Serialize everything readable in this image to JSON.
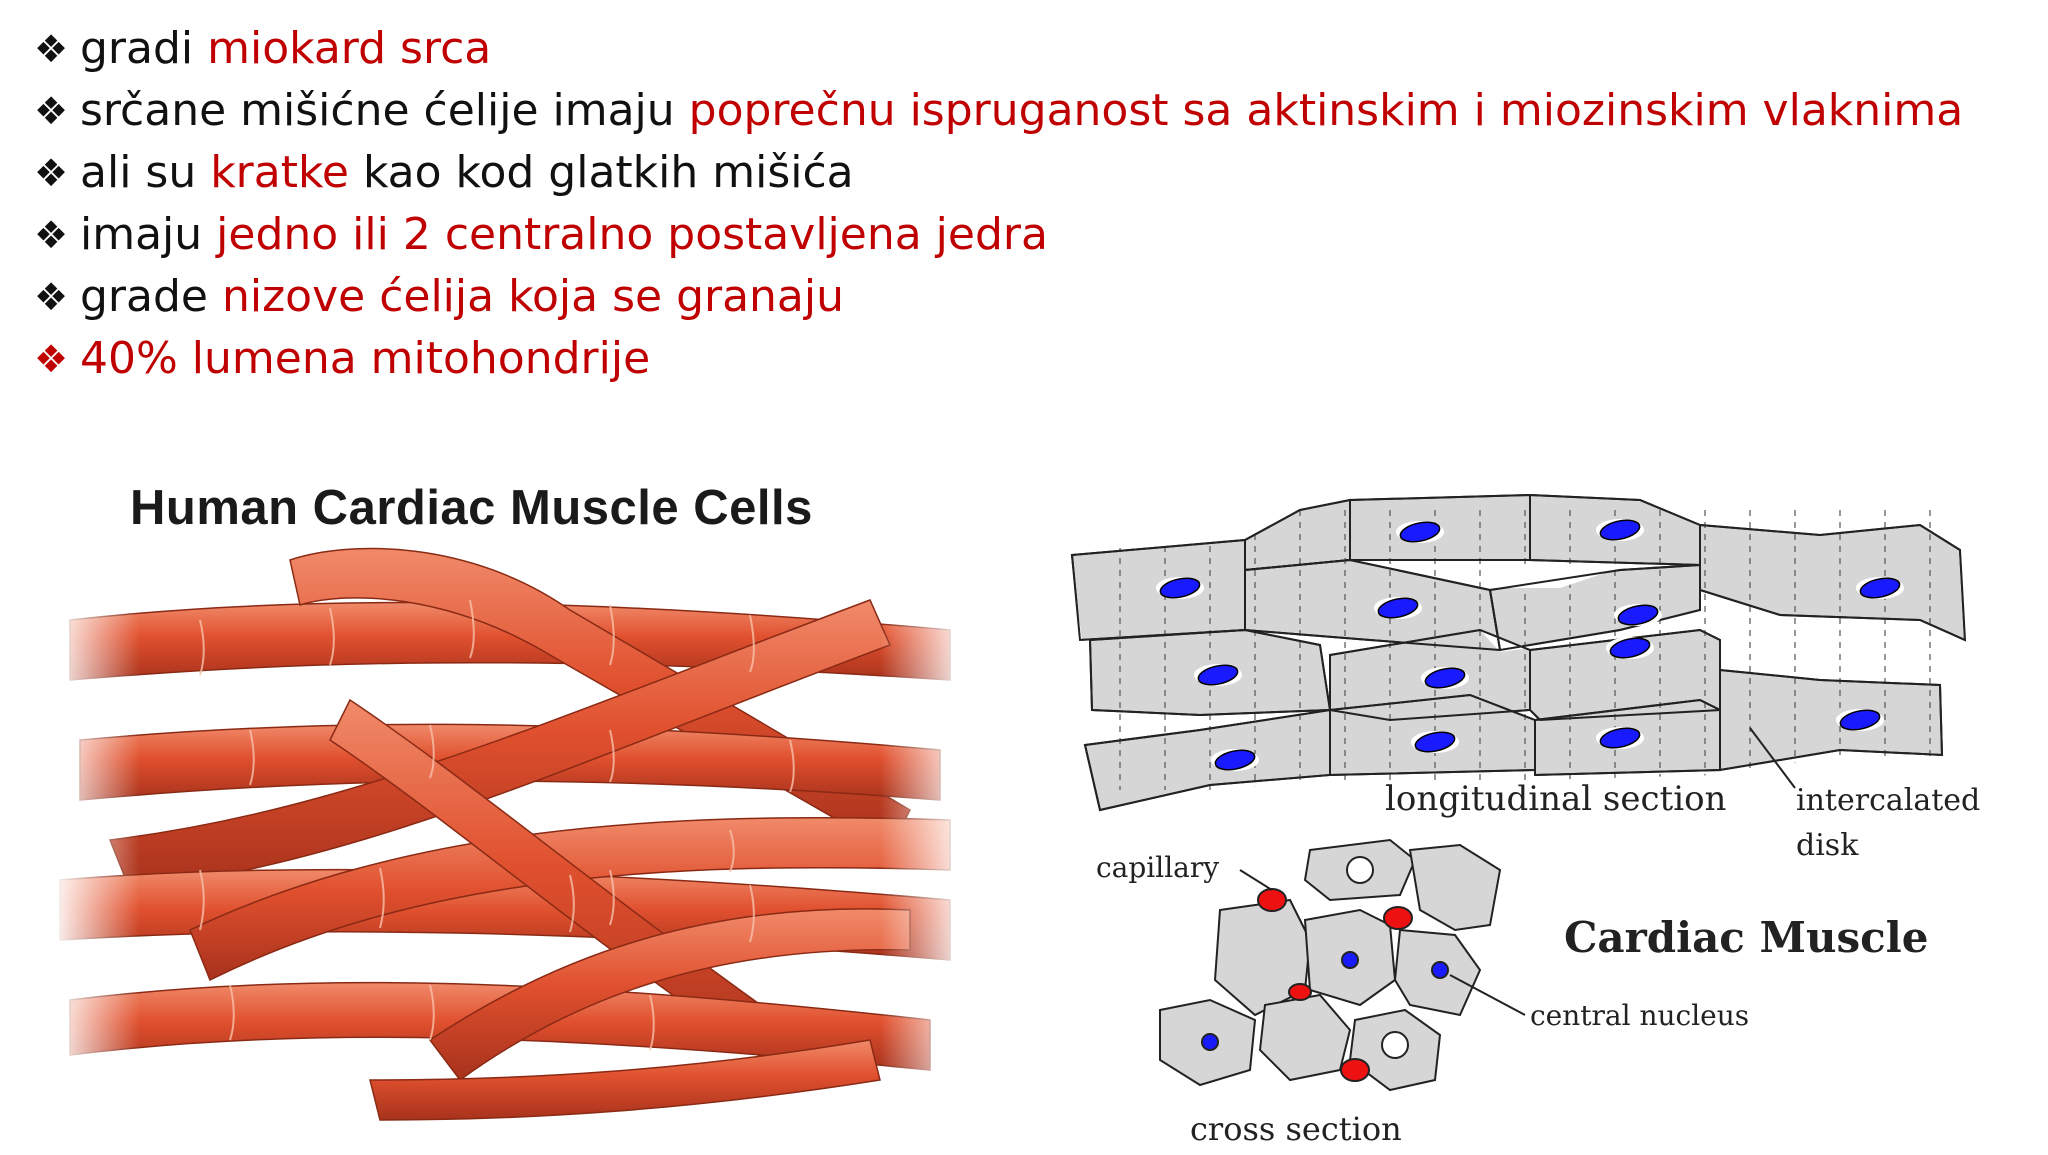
{
  "bullets": [
    {
      "segments": [
        {
          "text": "gradi ",
          "red": false
        },
        {
          "text": "miokard srca",
          "red": true
        }
      ]
    },
    {
      "segments": [
        {
          "text": "srčane mišićne ćelije imaju ",
          "red": false
        },
        {
          "text": "poprečnu ispruganost sa aktinskim i miozinskim vlaknima",
          "red": true
        }
      ]
    },
    {
      "segments": [
        {
          "text": "ali su ",
          "red": false
        },
        {
          "text": "kratke",
          "red": true
        },
        {
          "text": " kao kod glatkih  mišića",
          "red": false
        }
      ]
    },
    {
      "segments": [
        {
          "text": "imaju ",
          "red": false
        },
        {
          "text": "jedno ili 2 centralno postavljena jedra",
          "red": true
        }
      ]
    },
    {
      "segments": [
        {
          "text": "grade ",
          "red": false
        },
        {
          "text": "nizove ćelija koja se granaju",
          "red": true
        }
      ]
    },
    {
      "segments": [
        {
          "text": "40% lumena mitohondrije",
          "red": true
        }
      ],
      "all_red": true
    }
  ],
  "bullet_symbol": "❖",
  "left_figure": {
    "title": "Human Cardiac Muscle Cells",
    "fiber_color": "#e05a3a",
    "fiber_dark": "#b83a22"
  },
  "right_figure": {
    "labels": {
      "longitudinal": "longitudinal section",
      "intercalated_1": "intercalated",
      "intercalated_2": "disk",
      "capillary": "capillary",
      "title": "Cardiac Muscle",
      "central_nucleus": "central nucleus",
      "cross": "cross section"
    },
    "cell_fill": "#d6d6d6",
    "nucleus_color": "#1a1aff",
    "capillary_color": "#ee1111"
  },
  "colors": {
    "accent_red": "#c00000",
    "text": "#111111"
  }
}
